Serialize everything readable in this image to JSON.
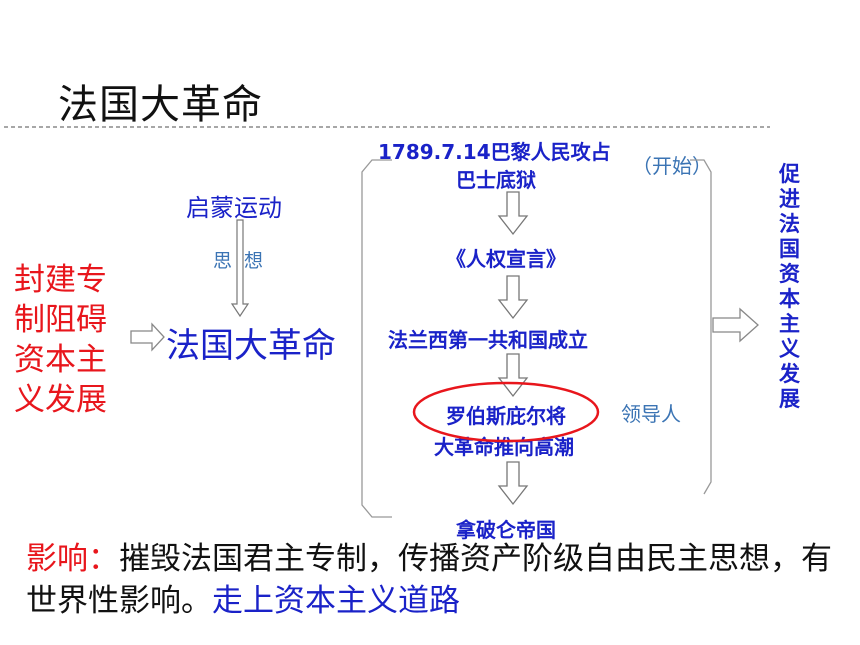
{
  "title": "法国大革命",
  "cause": "封建专制阻碍资本主义发展",
  "enlightenment": "启蒙运动",
  "thought_label": "思想",
  "center": "法国大革命",
  "events": {
    "e1_line1": "1789.7.14巴黎人民攻占",
    "e1_line2": "巴士底狱",
    "e1_note": "（开始）",
    "e2": "《人权宣言》",
    "e3": "法兰西第一共和国成立",
    "e4_line1": "罗伯斯庇尔将",
    "e4_line2": "大革命推向高潮",
    "e4_note": "领导人",
    "e5": "拿破仑帝国"
  },
  "result": "促进法国资本主义发展",
  "impact": {
    "label": "影响：",
    "text": "摧毁法国君主专制，传播资产阶级自由民主思想，有世界性影响。",
    "highlight": "走上资本主义道路"
  },
  "colors": {
    "red": "#e8161c",
    "blue": "#1a22c8",
    "light_blue": "#3b74b4",
    "arrow_gray": "#777777"
  }
}
